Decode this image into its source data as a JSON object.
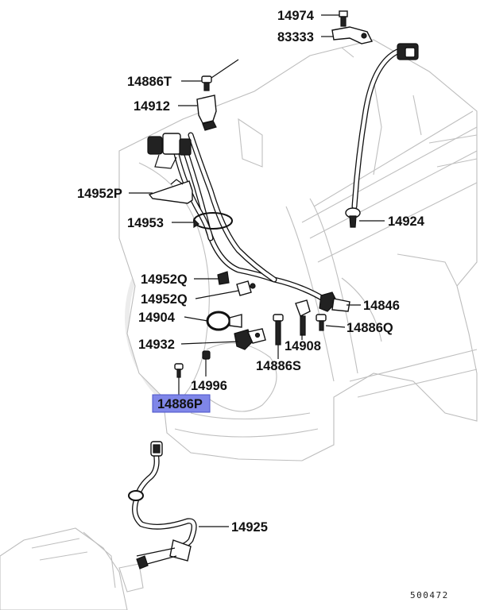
{
  "diagram": {
    "figure_number": "500472",
    "highlight_color": "#7f86e8",
    "highlighted_part": "14886P",
    "callouts": [
      {
        "id": "c14974",
        "label": "14974"
      },
      {
        "id": "c83333",
        "label": "83333"
      },
      {
        "id": "c14886T",
        "label": "14886T"
      },
      {
        "id": "c14912",
        "label": "14912"
      },
      {
        "id": "c14952P",
        "label": "14952P"
      },
      {
        "id": "c14953",
        "label": "14953"
      },
      {
        "id": "c14924",
        "label": "14924"
      },
      {
        "id": "c14952Q1",
        "label": "14952Q"
      },
      {
        "id": "c14952Q2",
        "label": "14952Q"
      },
      {
        "id": "c14846",
        "label": "14846"
      },
      {
        "id": "c14904",
        "label": "14904"
      },
      {
        "id": "c14886Q",
        "label": "14886Q"
      },
      {
        "id": "c14908",
        "label": "14908"
      },
      {
        "id": "c14932",
        "label": "14932"
      },
      {
        "id": "c14886S",
        "label": "14886S"
      },
      {
        "id": "c14996",
        "label": "14996"
      },
      {
        "id": "c14886P",
        "label": "14886P"
      },
      {
        "id": "c14925",
        "label": "14925"
      }
    ]
  }
}
